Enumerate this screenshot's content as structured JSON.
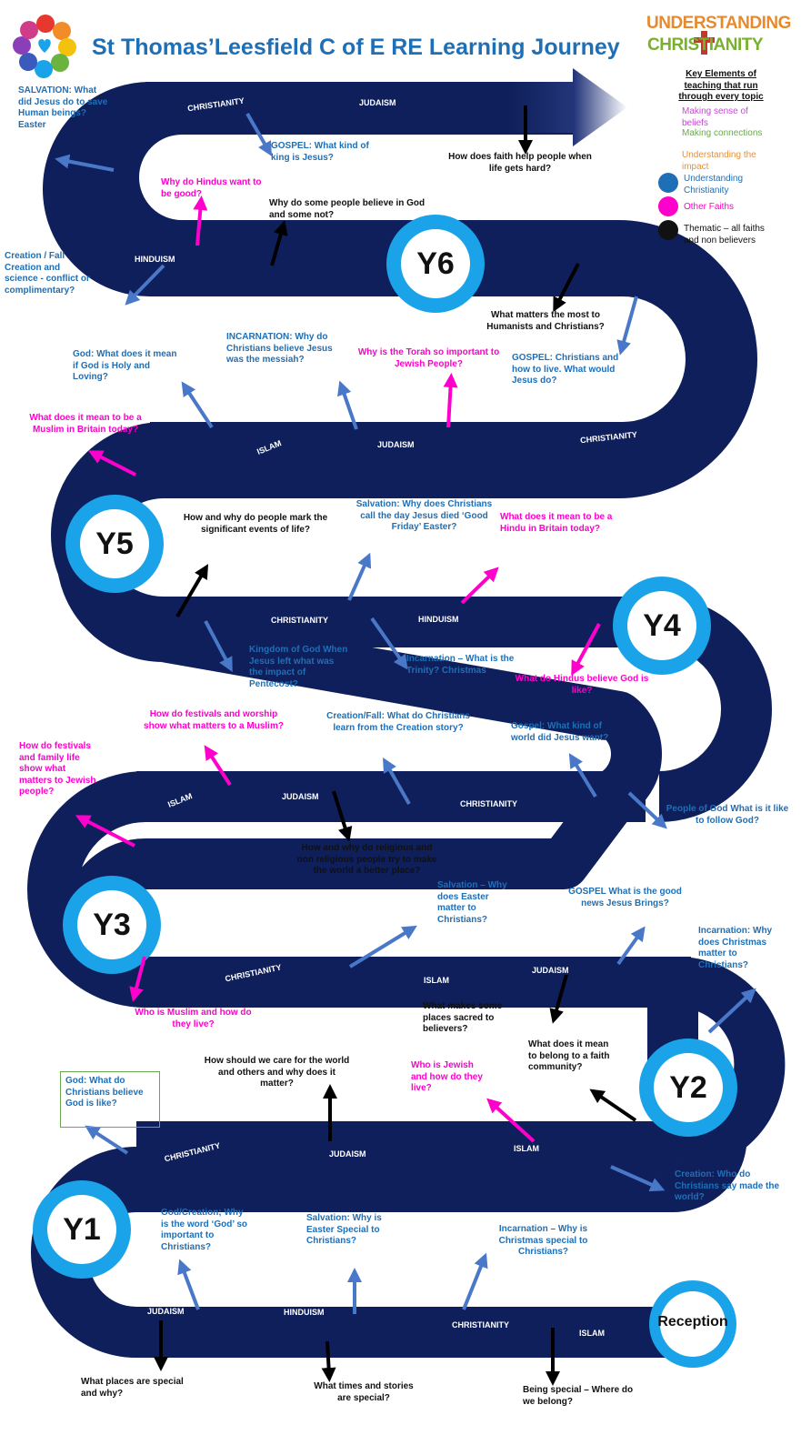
{
  "header": {
    "title": "St Thomas’Leesfield C of E RE Learning Journey",
    "logo_line1": "UNDERSTANDING",
    "logo_line2": "CHRISTIANITY"
  },
  "key": {
    "heading": "Key Elements of teaching that run through every topic",
    "elements": [
      {
        "text": "Making sense of beliefs",
        "color": "#c04cd0"
      },
      {
        "text": "Making connections",
        "color": "#6aa84f"
      },
      {
        "text": "Understanding the impact",
        "color": "#e69138"
      }
    ],
    "legend": [
      {
        "text": "Understanding Christianity",
        "color": "#1f6fb6"
      },
      {
        "text": "Other Faiths",
        "color": "#ff00cc"
      },
      {
        "text": "Thematic – all faiths and non believers",
        "color": "#111111"
      }
    ]
  },
  "years": {
    "reception": "Reception",
    "y1": "Y1",
    "y2": "Y2",
    "y3": "Y3",
    "y4": "Y4",
    "y5": "Y5",
    "y6": "Y6"
  },
  "road_labels": {
    "r1_judaism": "JUDAISM",
    "r1_hinduism": "HINDUISM",
    "r1_christianity": "CHRISTIANITY",
    "r1_islam": "ISLAM",
    "r2_christianity": "CHRISTIANITY",
    "r2_judaism": "JUDAISM",
    "r2_islam": "ISLAM",
    "r3_christianity": "CHRISTIANITY",
    "r3_islam": "ISLAM",
    "r3_judaism": "JUDAISM",
    "r4_islam": "ISLAM",
    "r4_judaism": "JUDAISM",
    "r4_christianity": "CHRISTIANITY",
    "r5_christianity": "CHRISTIANITY",
    "r5_hinduism": "HINDUISM",
    "r6_islam": "ISLAM",
    "r6_judaism": "JUDAISM",
    "r6_christianity": "CHRISTIANITY",
    "r7_hinduism": "HINDUISM",
    "r8_christianity": "CHRISTIANITY",
    "r8_judaism": "JUDAISM"
  },
  "topics": {
    "reception_places": "What places are special and why?",
    "reception_times": "What times and stories are special?",
    "reception_belong": "Being special – Where do we belong?",
    "y1_god_creation": "God/Creation; Why is the word ‘God’ so important to Christians?",
    "y1_salvation": "Salvation: Why is Easter Special to Christians?",
    "y1_incarnation": "Incarnation – Why is Christmas special to Christians?",
    "y1_god_box": "God: What do Christians believe God is like?",
    "y1_care": "How should we care for the world and others and why does it matter?",
    "y1_jewish": "Who is Jewish and how do they live?",
    "y2_creation": "Creation: Who do Christians say made the world?",
    "y2_belong": "What does it mean to belong to a faith community?",
    "y2_sacred": "What makes some places sacred to believers?",
    "y2_incarnation": "Incarnation: Why does Christmas matter to Christians?",
    "y2_gospel": "GOSPEL What is the good news Jesus Brings?",
    "y2_salvation": "Salvation – Why does Easter matter to Christians?",
    "y3_muslim": "Who is Muslim and how do they live?",
    "y3_better": "How and why do religious and non religious people try to make the world a better place?",
    "y3_jewish_festivals": "How do festivals and family life show what matters to Jewish people?",
    "y3_muslim_festivals": "How do festivals and worship show what matters to a Muslim?",
    "y3_creation_fall": "Creation/Fall: What do Christians learn from the Creation story?",
    "y3_gospel": "Gospel: What kind of world did Jesus want?",
    "y3_people_of_god": "People of God What is it like to follow God?",
    "y4_hindus_god": "What do Hindus believe God is like?",
    "y4_incarnation": "Incarnation – What is the Trinity? Christmas",
    "y4_kingdom": "Kingdom of God When Jesus left what was the impact of Pentecost?",
    "y4_salvation": "Salvation: Why does Christians call the day Jesus died ‘Good Friday’ Easter?",
    "y4_hindu_britain": "What does it mean to be a Hindu in Britain today?",
    "y5_mark_events": "How and why do people mark the significant events of life?",
    "y5_muslim_britain": "What does it mean to be a Muslim in Britain today?",
    "y5_god_holy": "God: What does it mean if God is Holy and Loving?",
    "y5_incarnation": "INCARNATION: Why do Christians believe Jesus was the messiah?",
    "y5_torah": "Why is the Torah so important to Jewish People?",
    "y5_gospel": "GOSPEL: Christians and how to live. What would Jesus do?",
    "y5_humanists": "What matters the most to Humanists and Christians?",
    "y6_creation_fall": "Creation / Fall Creation and science - conflict or complimentary?",
    "y6_hindus_good": "Why do Hindus want to be good?",
    "y6_believe": "Why do some people believe in God and some not?",
    "y6_salvation": "SALVATION: What did Jesus do to save Human beings? Easter",
    "y6_gospel": "GOSPEL: What kind of king is Jesus?",
    "y6_faith_hard": "How does faith help people when life gets hard?"
  }
}
